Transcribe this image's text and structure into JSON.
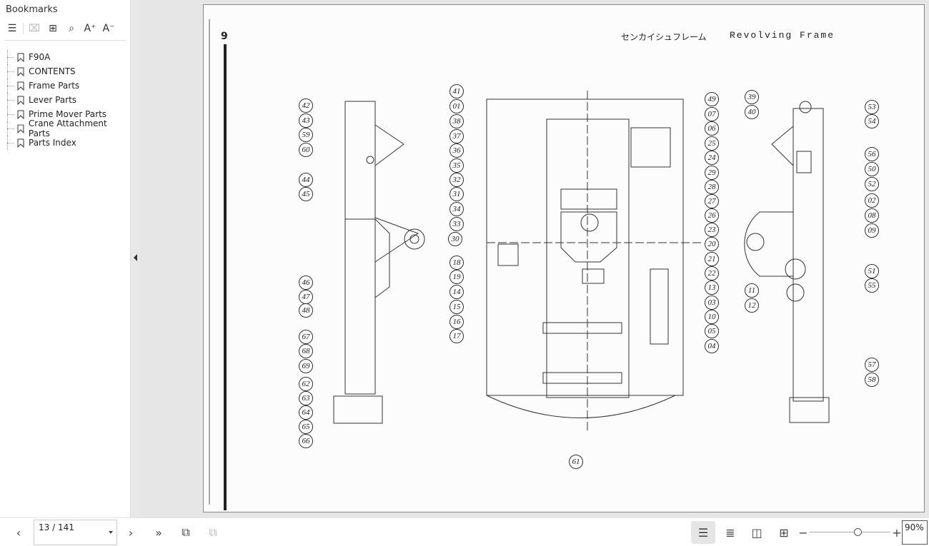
{
  "sidebar": {
    "title": "Bookmarks",
    "bookmarks": [
      "F90A",
      "CONTENTS",
      "Frame Parts",
      "Lever Parts",
      "Prime Mover Parts",
      "Crane Attachment Parts",
      "Parts Index"
    ]
  },
  "page": {
    "page_number": "9",
    "title_jp": "センカイシュフレーム",
    "title_en": "Revolving Frame",
    "callouts": {
      "left": [
        "42",
        "43",
        "59",
        "60",
        "44",
        "45",
        "46",
        "47",
        "48",
        "67",
        "68",
        "69",
        "62",
        "63",
        "64",
        "65",
        "66"
      ],
      "mid_left": [
        "41",
        "01",
        "38",
        "37",
        "36",
        "35",
        "32",
        "31",
        "34",
        "33",
        "30",
        "18",
        "19",
        "14",
        "15",
        "16",
        "17"
      ],
      "mid_right": [
        "49",
        "07",
        "06",
        "25",
        "24",
        "29",
        "28",
        "27",
        "26",
        "23",
        "20",
        "21",
        "22",
        "13",
        "03",
        "10",
        "05",
        "04"
      ],
      "bottom": [
        "61"
      ],
      "right_left": [
        "39",
        "40",
        "11",
        "12"
      ],
      "right_right": [
        "53",
        "54",
        "56",
        "50",
        "52",
        "02",
        "08",
        "09",
        "51",
        "55",
        "57",
        "58"
      ]
    }
  },
  "toolbar": {
    "page_indicator": "13 / 141",
    "zoom": "90%",
    "zoom_fraction": 0.6
  }
}
